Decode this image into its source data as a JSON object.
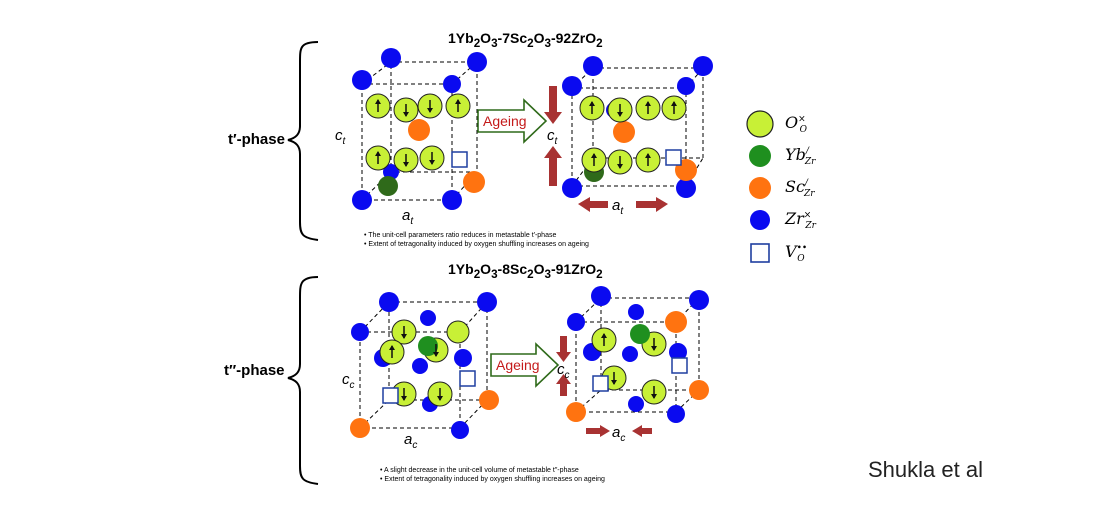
{
  "slide": {
    "title_top": {
      "p1": "1Yb",
      "s1": "2",
      "p2": "O",
      "s2": "3",
      "p3": "-7Sc",
      "s3": "2",
      "p4": "O",
      "s4": "3",
      "p5": "-92ZrO",
      "s5": "2"
    },
    "title_bottom": {
      "p1": "1Yb",
      "s1": "2",
      "p2": "O",
      "s2": "3",
      "p3": "-8Sc",
      "s3": "2",
      "p4": "O",
      "s4": "3",
      "p5": "-91ZrO",
      "s5": "2"
    },
    "phase_top": "t′-phase",
    "phase_bottom": "t″-phase",
    "bullets_top": [
      "The unit-cell parameters ratio reduces in metastable t′-phase",
      "Extent of tetragonality induced by oxygen shuffling increases on ageing"
    ],
    "bullets_bottom": [
      "A slight decrease in the unit-cell volume of metastable t″-phase",
      "Extent of tetragonality induced by oxygen shuffling increases on ageing"
    ],
    "ageing_label": "Ageing",
    "credit": "Shukla et al"
  },
  "labels": {
    "ct": "c",
    "ct_sub": "t",
    "at": "a",
    "at_sub": "t",
    "cc": "c",
    "cc_sub": "c",
    "ac": "a",
    "ac_sub": "c"
  },
  "legend": [
    {
      "base": "O",
      "sup": "×",
      "sub": "O",
      "color": "#c8f036",
      "kind": "circle-large"
    },
    {
      "base": "Yb",
      "sup": "/",
      "sub": "Zr",
      "color": "#1f8f1f",
      "kind": "circle"
    },
    {
      "base": "Sc",
      "sup": "/",
      "sub": "Zr",
      "color": "#ff7310",
      "kind": "circle"
    },
    {
      "base": "Zr",
      "sup": "×",
      "sub": "Zr",
      "color": "#0a0af0",
      "kind": "circle-small"
    },
    {
      "base": "V",
      "sup": "••",
      "sub": "O",
      "color": "#1f3fa0",
      "kind": "square"
    }
  ],
  "colors": {
    "oxygen": "#c8f036",
    "yb": "#1f8f1f",
    "sc": "#ff7310",
    "zr": "#0a0af0",
    "vacancy": "#1f3fa0",
    "arrow": "#a83232",
    "ageing_arrow": "#2f6a1a"
  }
}
